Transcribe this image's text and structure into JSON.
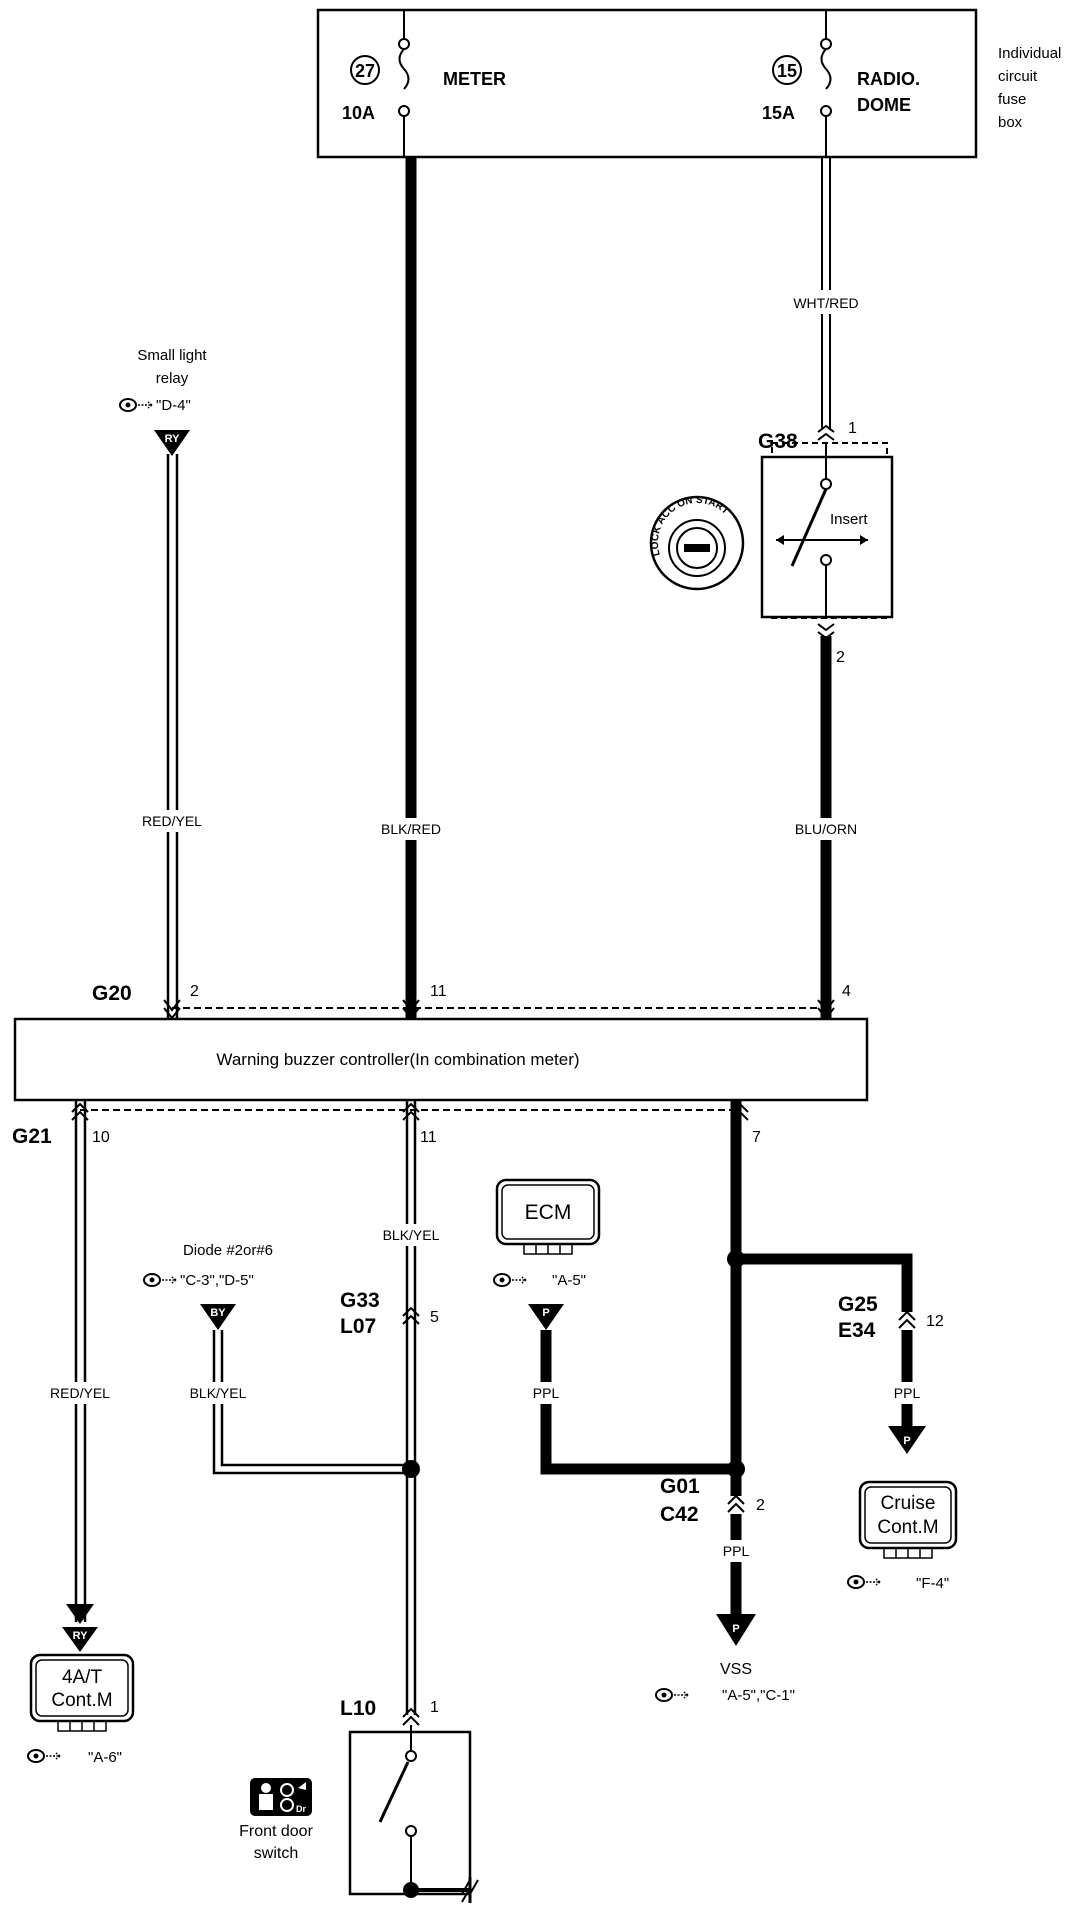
{
  "fuse_box": {
    "label_lines": [
      "Individual",
      "circuit",
      "fuse",
      "box"
    ],
    "fuse_meter": {
      "number": "27",
      "amps": "10A",
      "name": "METER"
    },
    "fuse_radio": {
      "number": "15",
      "amps": "15A",
      "name_lines": [
        "RADIO.",
        "DOME"
      ]
    }
  },
  "wires": {
    "whtred": "WHT/RED",
    "redyel_top": "RED/YEL",
    "blkred": "BLK/RED",
    "bluorn": "BLU/ORN",
    "redyel_bottom": "RED/YEL",
    "blkyel_main": "BLK/YEL",
    "blkyel_diode": "BLK/YEL",
    "ppl_ecm": "PPL",
    "ppl_cruise": "PPL",
    "ppl_vss": "PPL"
  },
  "small_light_relay": {
    "label_lines": [
      "Small light",
      "relay"
    ],
    "ref": "\"D-4\"",
    "connector_code": "RY"
  },
  "ignition_switch": {
    "connector": "G38",
    "pin_top": "1",
    "pin_bottom": "2",
    "insert_label": "Insert",
    "key_positions": "LOCK ACC ON START"
  },
  "controller": {
    "label": "Warning buzzer controller(In combination meter)",
    "connector_top": "G20",
    "connector_bottom": "G21",
    "pins_top": [
      "2",
      "11",
      "4"
    ],
    "pins_bottom": [
      "10",
      "11",
      "7"
    ]
  },
  "diode": {
    "label": "Diode #2or#6",
    "ref": "\"C-3\",\"D-5\"",
    "connector_code": "BY"
  },
  "connectors": {
    "g33": "G33",
    "l07": "L07",
    "g33_pin": "5",
    "g25": "G25",
    "e34": "E34",
    "g25_pin": "12",
    "g01": "G01",
    "c42": "C42",
    "g01_pin": "2",
    "l10": "L10",
    "l10_pin": "1"
  },
  "ecm": {
    "label": "ECM",
    "ref": "\"A-5\"",
    "connector_code": "P"
  },
  "cruise": {
    "label_lines": [
      "Cruise",
      "Cont.M"
    ],
    "ref": "\"F-4\"",
    "connector_code": "P"
  },
  "vss": {
    "label": "VSS",
    "ref": "\"A-5\",\"C-1\"",
    "connector_code": "P"
  },
  "at_cont": {
    "label_lines": [
      "4A/T",
      "Cont.M"
    ],
    "ref": "\"A-6\"",
    "connector_code": "RY"
  },
  "door_switch": {
    "label_lines": [
      "Front door",
      "switch"
    ],
    "badge": "Dr"
  }
}
